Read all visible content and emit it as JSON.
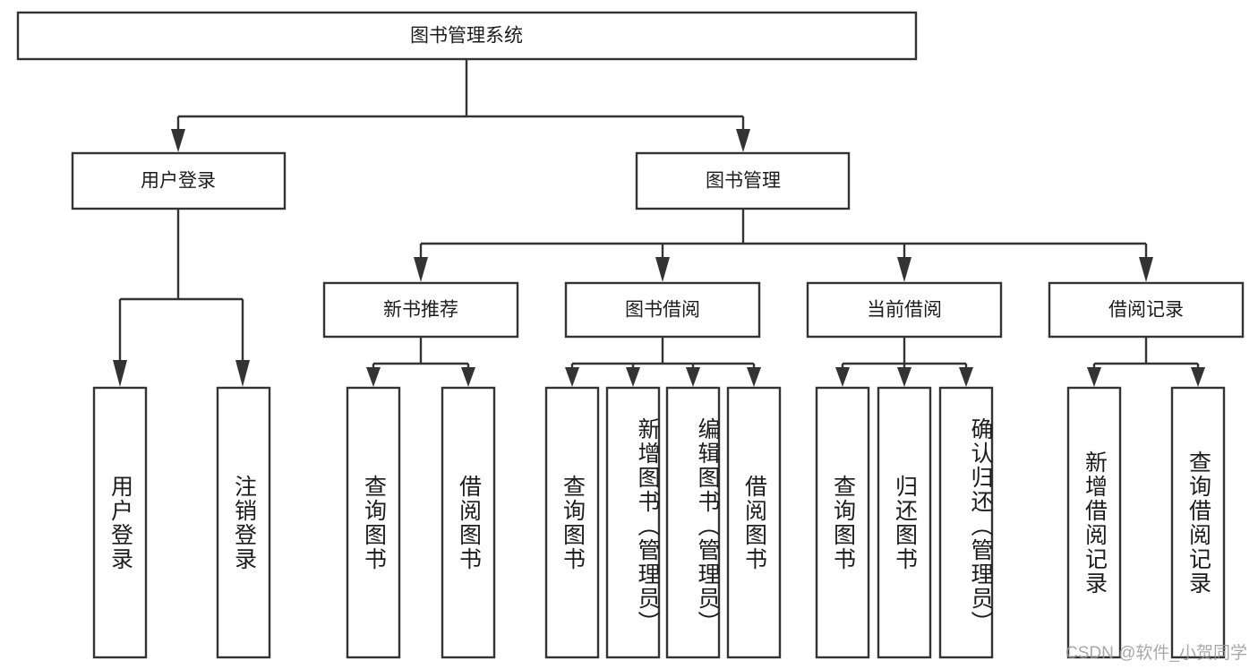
{
  "diagram": {
    "type": "tree",
    "title": "图书管理系统",
    "orientation": "top-down",
    "colors": {
      "box_stroke": "#333333",
      "box_fill": "#ffffff",
      "text": "#1c1c1c",
      "watermark": "#9a9a9a",
      "background": "#ffffff"
    },
    "levels": {
      "root": {
        "label": "图书管理系统"
      },
      "level2": [
        {
          "id": "user-login",
          "label": "用户登录"
        },
        {
          "id": "book-manage",
          "label": "图书管理"
        }
      ],
      "level3": [
        {
          "id": "new-book-recommend",
          "label": "新书推荐",
          "parent": "book-manage"
        },
        {
          "id": "book-borrow",
          "label": "图书借阅",
          "parent": "book-manage"
        },
        {
          "id": "current-borrow",
          "label": "当前借阅",
          "parent": "book-manage"
        },
        {
          "id": "borrow-record",
          "label": "借阅记录",
          "parent": "book-manage"
        }
      ],
      "leaves": [
        {
          "id": "leaf-user-login",
          "label": "用户登录",
          "parent": "user-login"
        },
        {
          "id": "leaf-logout-login",
          "label": "注销登录",
          "parent": "user-login"
        },
        {
          "id": "leaf-query-book-1",
          "label": "查询图书",
          "parent": "new-book-recommend"
        },
        {
          "id": "leaf-borrow-book-1",
          "label": "借阅图书",
          "parent": "new-book-recommend"
        },
        {
          "id": "leaf-query-book-2",
          "label": "查询图书",
          "parent": "book-borrow"
        },
        {
          "id": "leaf-add-book",
          "label": "新增图书（管理员）",
          "parent": "book-borrow"
        },
        {
          "id": "leaf-edit-book",
          "label": "编辑图书（管理员）",
          "parent": "book-borrow"
        },
        {
          "id": "leaf-borrow-book-2",
          "label": "借阅图书",
          "parent": "book-borrow"
        },
        {
          "id": "leaf-query-book-3",
          "label": "查询图书",
          "parent": "current-borrow"
        },
        {
          "id": "leaf-return-book",
          "label": "归还图书",
          "parent": "current-borrow"
        },
        {
          "id": "leaf-confirm-return",
          "label": "确认归还（管理员）",
          "parent": "current-borrow"
        },
        {
          "id": "leaf-add-record",
          "label": "新增借阅记录",
          "parent": "borrow-record"
        },
        {
          "id": "leaf-query-record",
          "label": "查询借阅记录",
          "parent": "borrow-record"
        }
      ]
    }
  },
  "watermark": {
    "text": "CSDN @软件_小贺同学"
  }
}
